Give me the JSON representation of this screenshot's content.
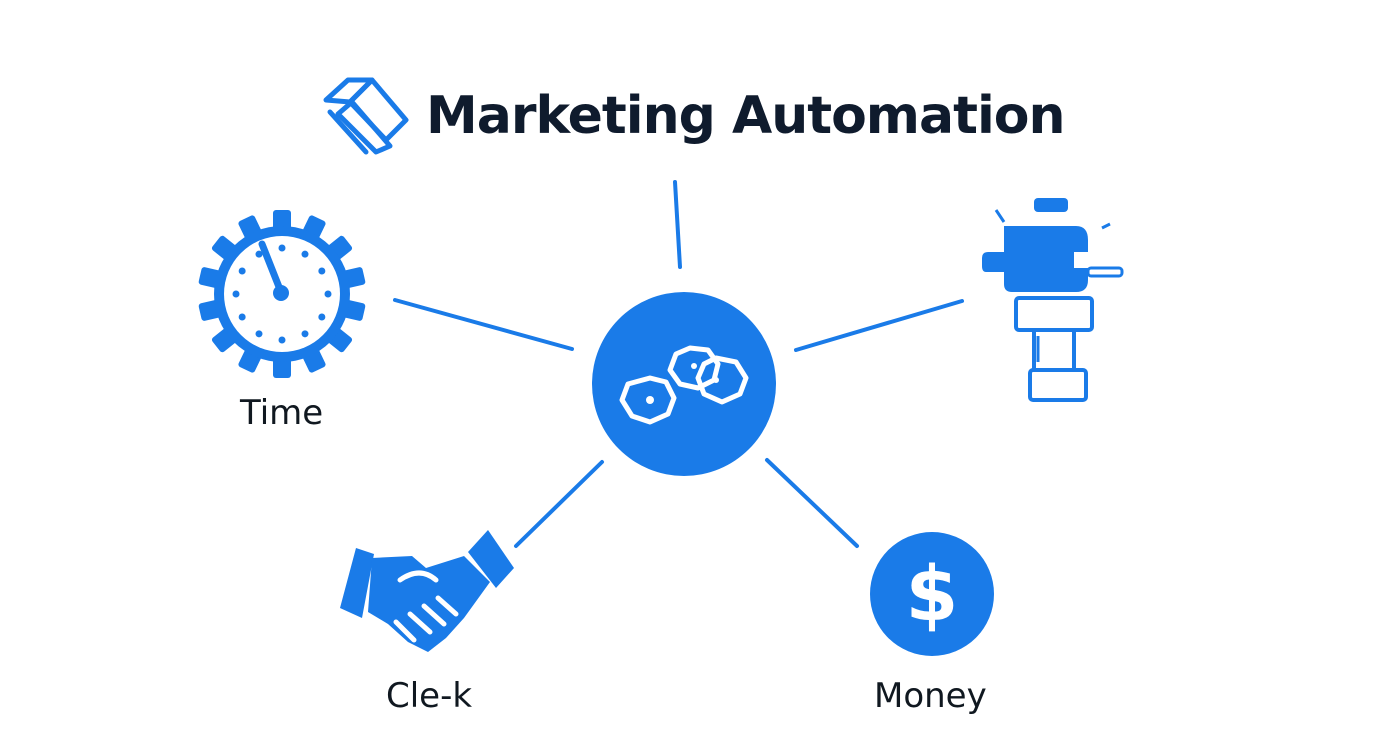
{
  "header": {
    "title": "Marketing Automation"
  },
  "nodes": {
    "time": {
      "label": "Time",
      "icon": "stopwatch-gear-icon"
    },
    "click": {
      "label": "Cle-k",
      "icon": "handshake-icon"
    },
    "money": {
      "label": "Money",
      "icon": "dollar-coin-icon"
    },
    "tool": {
      "label": "",
      "icon": "mechanical-tool-icon"
    },
    "hub": {
      "icon": "gears-hub-icon"
    }
  },
  "colors": {
    "accent": "#1a7be8",
    "text": "#0f1b2d",
    "background": "#ffffff"
  }
}
